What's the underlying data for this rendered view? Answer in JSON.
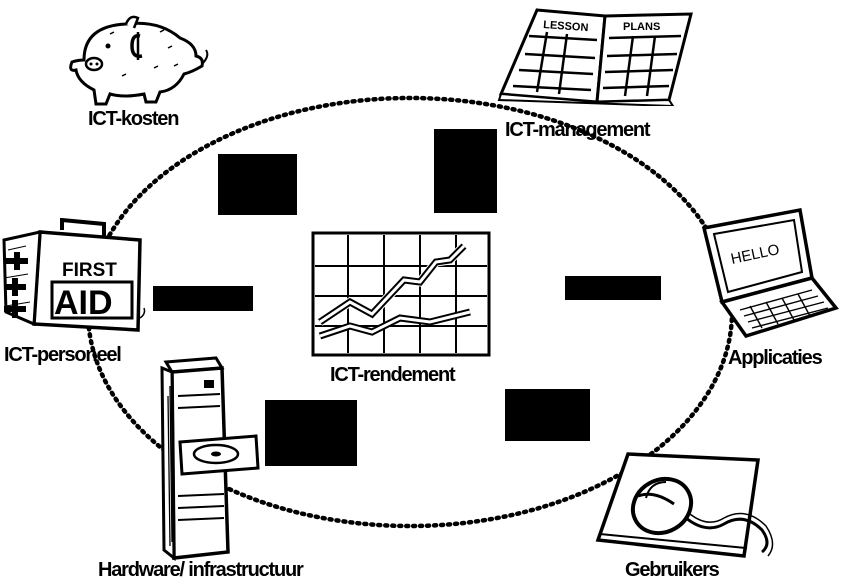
{
  "labels": {
    "costs": "ICT-kosten",
    "management": "ICT-management",
    "staff": "ICT-personeel",
    "applications": "Applicaties",
    "center": "ICT-rendement",
    "hardware": "Hardware/ infrastructuur",
    "users": "Gebruikers"
  },
  "illustration_text": {
    "book_left": "LESSON",
    "book_right": "PLANS",
    "kit_top": "FIRST",
    "kit_bottom": "AID",
    "laptop_screen": "HELLO"
  },
  "icons": [
    "piggy-bank-icon",
    "lesson-plans-book-icon",
    "first-aid-kit-icon",
    "laptop-icon",
    "growth-chart-icon",
    "computer-tower-icon",
    "mouse-icon"
  ],
  "colors": {
    "ink": "#000000",
    "background": "#ffffff"
  }
}
